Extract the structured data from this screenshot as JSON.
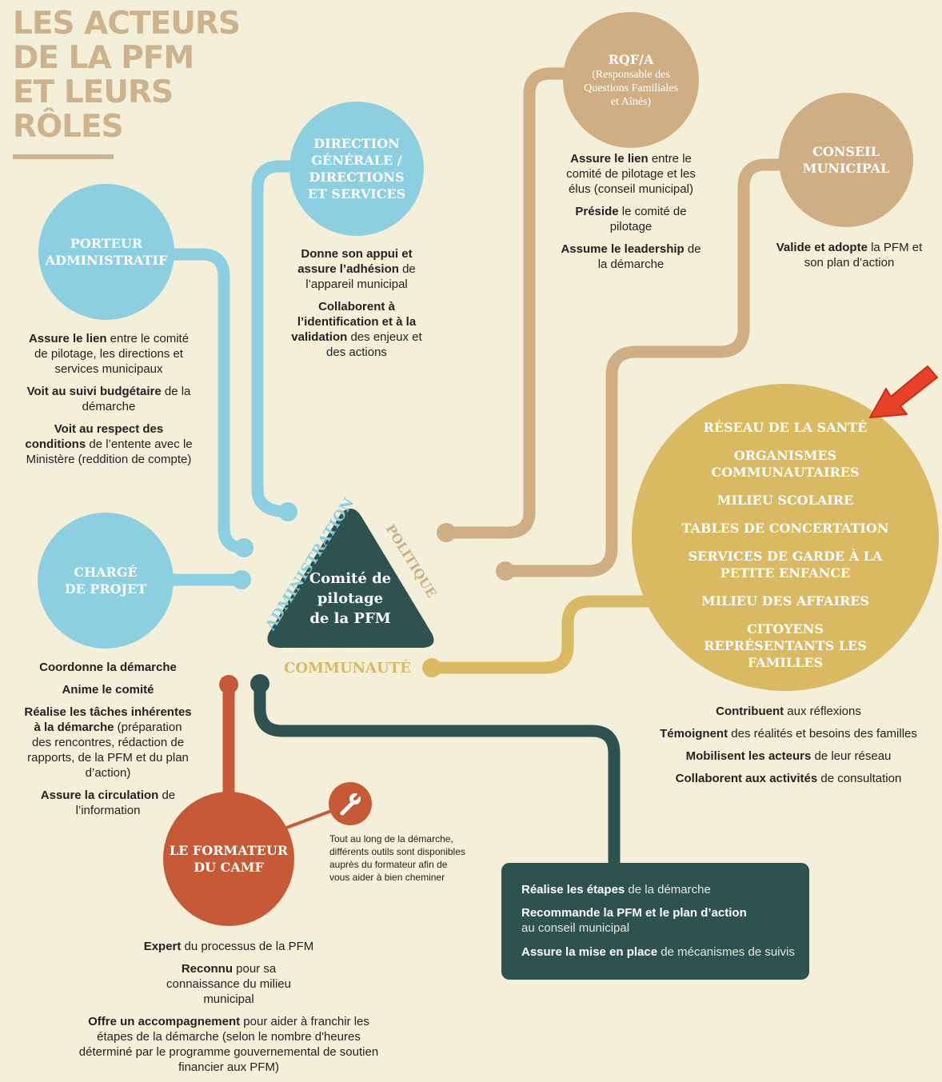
{
  "title": {
    "lines": [
      "LES ACTEURS",
      "DE LA PFM",
      "ET LEURS",
      "RÔLES"
    ]
  },
  "center": {
    "label_lines": [
      "Comité de",
      "pilotage",
      "de la PFM"
    ],
    "axis_administration": "ADMINISTRATION",
    "axis_politique": "POLITIQUE",
    "axis_communaute": "COMMUNAUTÉ"
  },
  "actors": {
    "porteur": {
      "name_lines": [
        "PORTEUR",
        "ADMINISTRATIF"
      ],
      "roles": [
        {
          "bold": "Assure le lien",
          "rest": " entre le comité de pilotage, les directions et services municipaux"
        },
        {
          "bold": "Voit au suivi budgétaire",
          "rest": " de la démarche"
        },
        {
          "bold": "Voit au respect des conditions",
          "rest": " de l’entente avec le Ministère (reddition de compte)"
        }
      ]
    },
    "direction": {
      "name_lines": [
        "DIRECTION",
        "GÉNÉRALE /",
        "DIRECTIONS",
        "ET SERVICES"
      ],
      "roles": [
        {
          "bold": "Donne son appui et assure l’adhésion",
          "rest": " de l’appareil municipal"
        },
        {
          "bold": "Collaborent à l’identification et à la validation",
          "rest": " des enjeux et des actions"
        }
      ]
    },
    "rqfa": {
      "name_lines": [
        "RQF/A"
      ],
      "sub_lines": [
        "(Responsable des",
        "Questions Familiales",
        "et Aînés)"
      ],
      "roles": [
        {
          "bold": "Assure le lien",
          "rest": " entre le comité de pilotage et les élus (conseil municipal)"
        },
        {
          "bold": "Préside",
          "rest": " le comité de pilotage"
        },
        {
          "bold": "Assume le leadership",
          "rest": " de la démarche"
        }
      ]
    },
    "conseil": {
      "name_lines": [
        "CONSEIL",
        "MUNICIPAL"
      ],
      "roles": [
        {
          "bold": "Valide et adopte",
          "rest": " la PFM et son plan d’action"
        }
      ]
    },
    "charge": {
      "name_lines": [
        "CHARGÉ",
        "DE PROJET"
      ],
      "roles": [
        {
          "bold": "Coordonne la démarche",
          "rest": ""
        },
        {
          "bold": "Anime le comité",
          "rest": ""
        },
        {
          "bold": "Réalise les tâches inhérentes à la démarche",
          "rest": " (préparation des rencontres, rédaction de rapports, de la PFM et du plan d’action)"
        },
        {
          "bold": "Assure la circulation",
          "rest": " de l’information"
        }
      ]
    },
    "communaute": {
      "groups": [
        "RÉSEAU DE LA SANTÉ",
        "ORGANISMES COMMUNAUTAIRES",
        "MILIEU SCOLAIRE",
        "TABLES DE CONCERTATION",
        "SERVICES DE GARDE À LA PETITE ENFANCE",
        "MILIEU DES AFFAIRES",
        "CITOYENS REPRÉSENTANTS LES FAMILLES"
      ],
      "roles": [
        {
          "bold": "Contribuent",
          "rest": " aux réflexions"
        },
        {
          "bold": "Témoignent",
          "rest": " des réalités et besoins des familles"
        },
        {
          "bold": "Mobilisent les acteurs",
          "rest": " de leur réseau"
        },
        {
          "bold": "Collaborent aux activités",
          "rest": " de consultation"
        }
      ]
    },
    "formateur": {
      "name_lines": [
        "LE FORMATEUR",
        "DU CAMF"
      ],
      "roles": [
        {
          "bold": "Expert",
          "rest": " du processus de la PFM"
        },
        {
          "bold": "Reconnu",
          "rest": " pour sa connaissance du milieu municipal"
        },
        {
          "bold": "Offre un accompagnement",
          "rest": " pour aider à franchir les étapes de la démarche (selon le nombre d'heures déterminé par le programme gouvernemental de soutien financier aux PFM)"
        }
      ],
      "tool_note": "Tout au long de la démarche, différents outils sont disponibles auprès du formateur afin de vous aider à bien cheminer"
    }
  },
  "committee_box": {
    "roles": [
      {
        "bold": "Réalise les étapes",
        "rest": " de la démarche"
      },
      {
        "bold": "Recommande la PFM et le plan d’action",
        "rest": " au conseil municipal"
      },
      {
        "bold": "Assure la mise en place",
        "rest": " de mécanismes de suivis"
      }
    ]
  },
  "colors": {
    "background": "#f3efd9",
    "administration_blue": "#8ccfe0",
    "politique_tan": "#cfae84",
    "communaute_gold": "#d9b961",
    "formateur_rust": "#c65a36",
    "committee_dark": "#2e524f",
    "arrow_red": "#e8412a"
  },
  "icons": {
    "tool": "wrench-icon",
    "pointer": "red-arrow-icon"
  }
}
